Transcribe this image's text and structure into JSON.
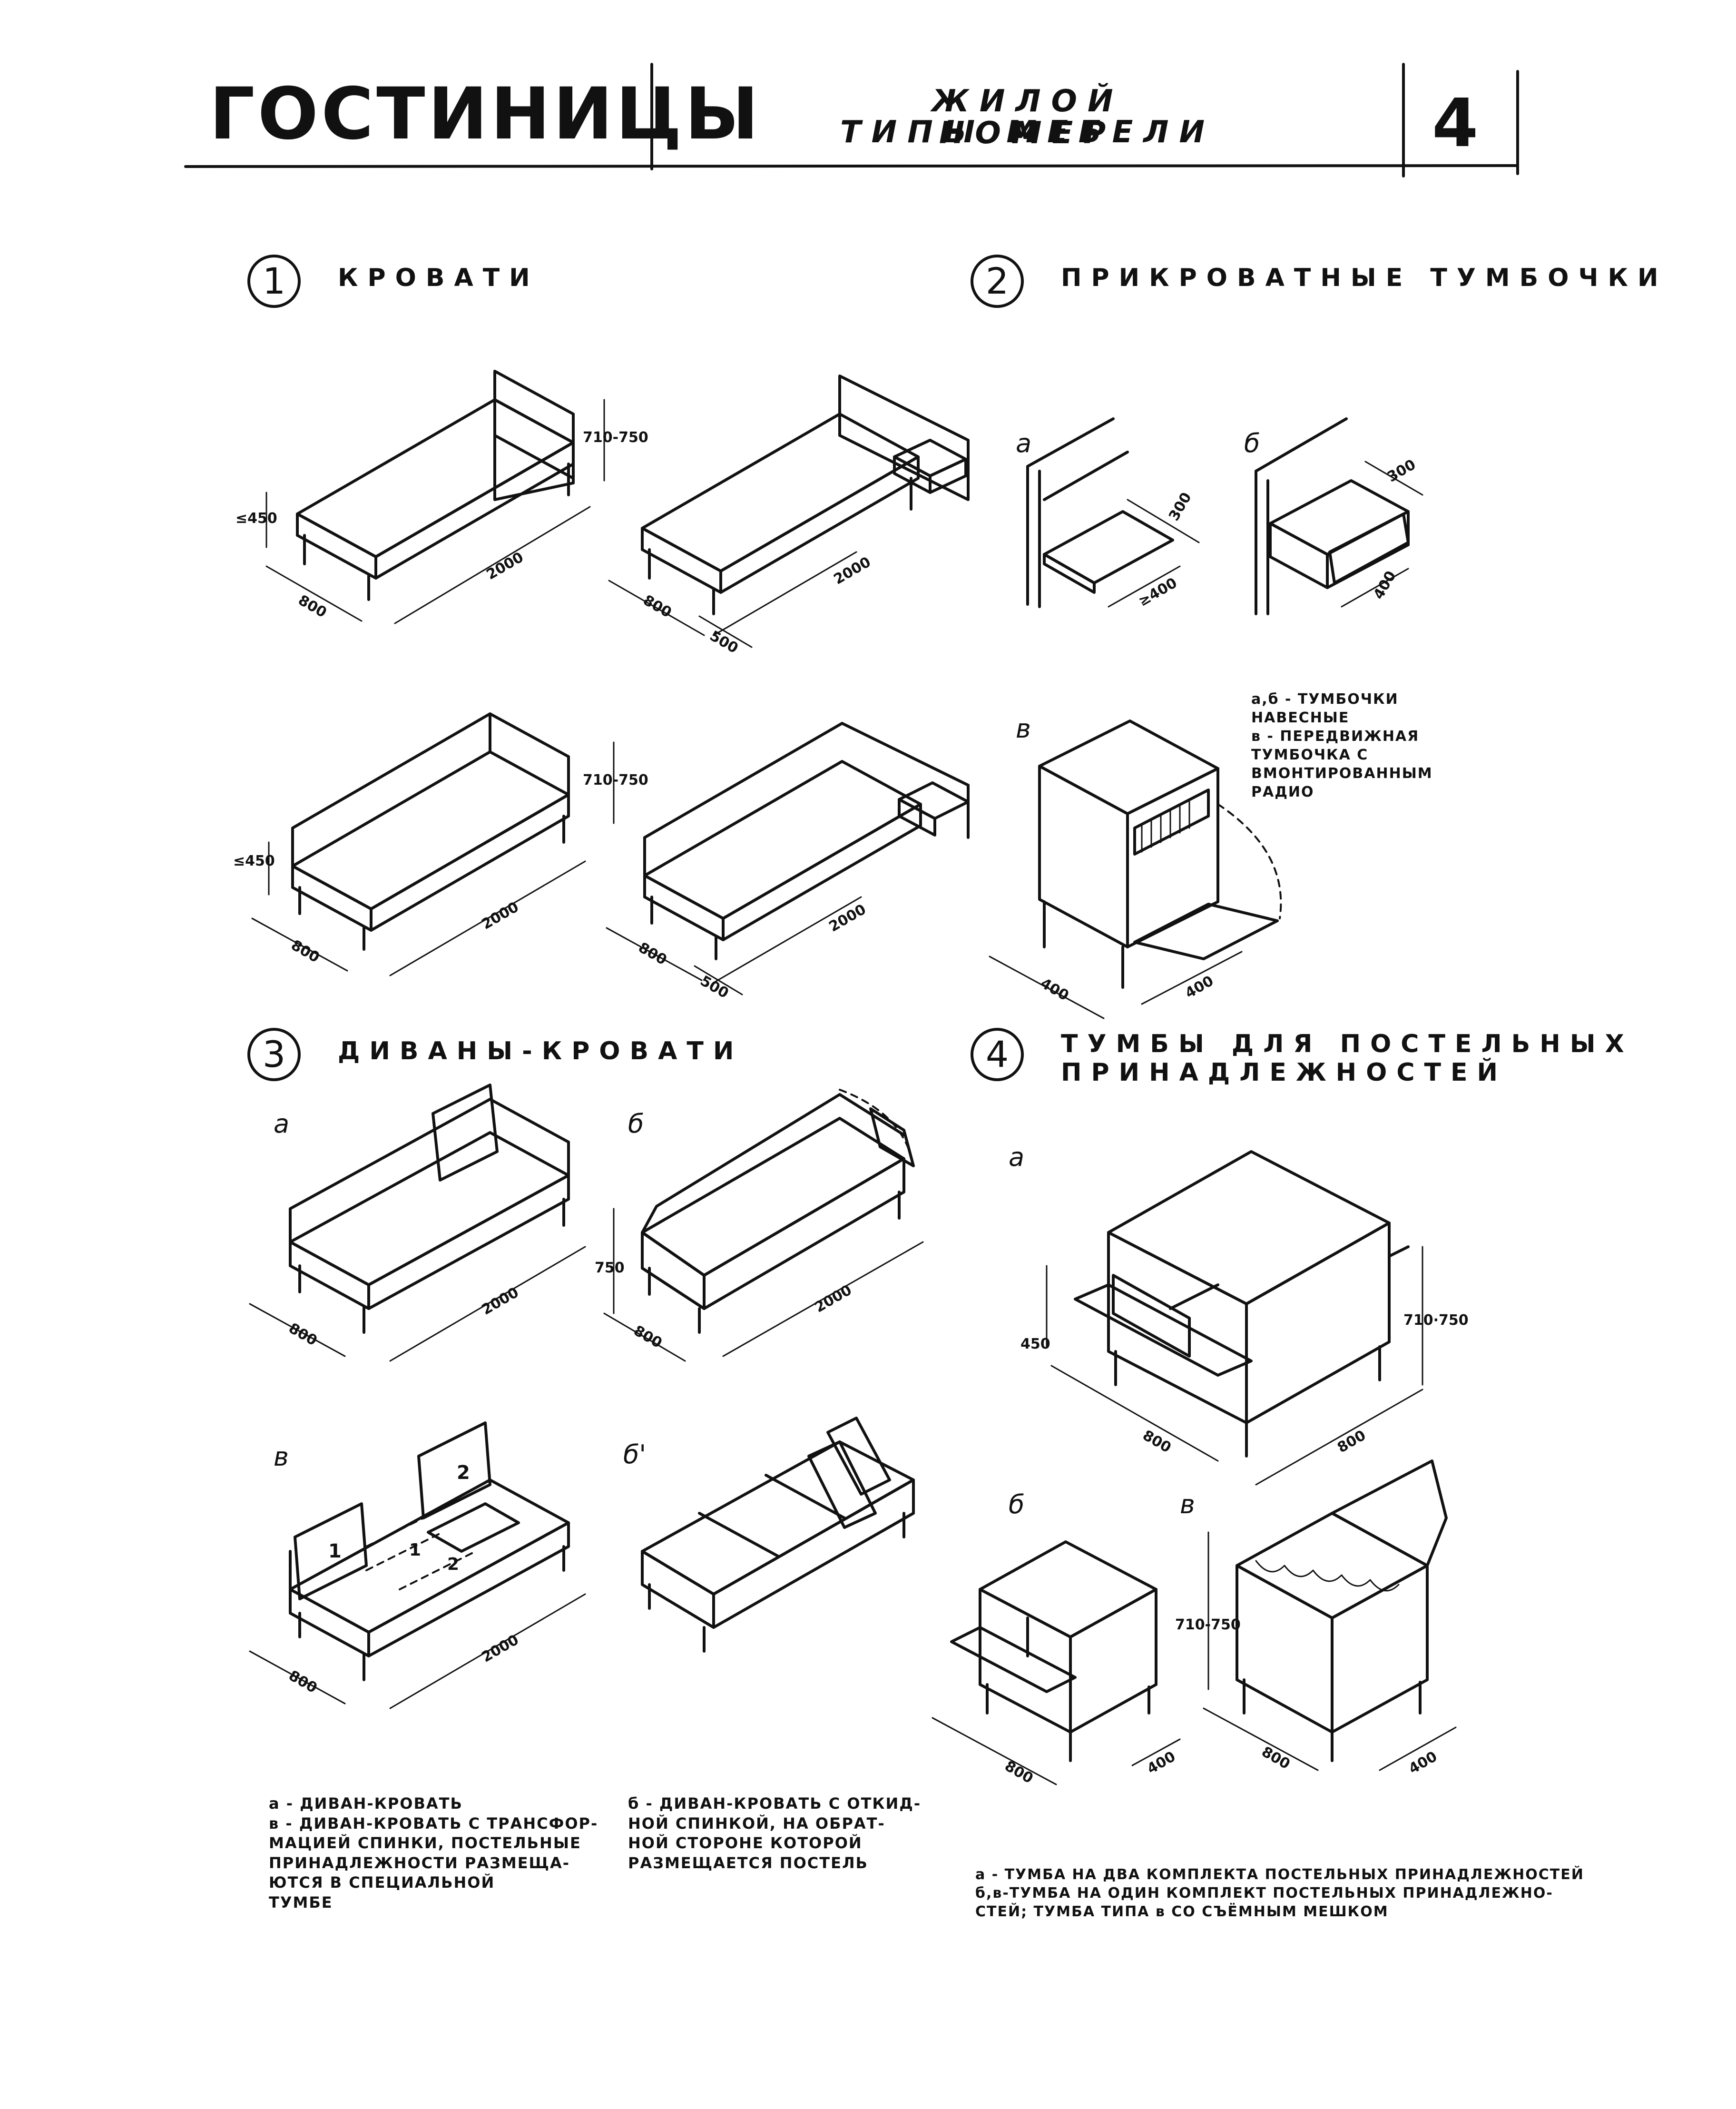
{
  "header": {
    "title": "ГОСТИНИЦЫ",
    "subtitle_line1": "ЖИЛОЙ НОМЕР",
    "subtitle_line2": "ТИПЫ МЕБЕЛИ",
    "page_number": "4"
  },
  "sections": [
    {
      "number": "1",
      "title": "КРОВАТИ"
    },
    {
      "number": "2",
      "title": "ПРИКРОВАТНЫЕ ТУМБОЧКИ"
    },
    {
      "number": "3",
      "title": "ДИВАНЫ-КРОВАТИ"
    },
    {
      "number": "4",
      "title": "ТУМБЫ ДЛЯ ПОСТЕЛЬНЫХ\nПРИНАДЛЕЖНОСТЕЙ"
    }
  ],
  "letters": {
    "a": "а",
    "b": "б",
    "v": "в",
    "b_prime": "б'"
  },
  "dimensions": {
    "d800": "800",
    "d2000": "2000",
    "d500": "500",
    "d300": "300",
    "d400": "400",
    "d450_le": "≤450",
    "d710_750": "710-750",
    "d750": "750",
    "d450": "450",
    "d710_750_dot": "710·750",
    "d400_ge": "≥400",
    "n1": "1",
    "n2": "2"
  },
  "captions": {
    "nightstands": "а,б - ТУМБОЧКИ\n    НАВЕСНЫЕ\n  в - ПЕРЕДВИЖНАЯ\n    ТУМБОЧКА С\n    ВМОНТИРОВАННЫМ\n    РАДИО",
    "sofa_left": "а - ДИВАН-КРОВАТЬ\nв - ДИВАН-КРОВАТЬ С ТРАНСФОР-\n    МАЦИЕЙ СПИНКИ, ПОСТЕЛЬНЫЕ\n    ПРИНАДЛЕЖНОСТИ РАЗМЕЩА-\n    ЮТСЯ В СПЕЦИАЛЬНОЙ\n    ТУМБЕ",
    "sofa_right": "б - ДИВАН-КРОВАТЬ С ОТКИД-\n    НОЙ СПИНКОЙ, НА ОБРАТ-\n    НОЙ СТОРОНЕ КОТОРОЙ\n    РАЗМЕЩАЕТСЯ ПОСТЕЛЬ",
    "cabinets": "а - ТУМБА НА ДВА КОМПЛЕКТА ПОСТЕЛЬНЫХ ПРИНАДЛЕЖНОСТЕЙ\nб,в-ТУМБА НА ОДИН КОМПЛЕКТ ПОСТЕЛЬНЫХ ПРИНАДЛЕЖНО-\n    СТЕЙ; ТУМБА ТИПА в СО СЪЁМНЫМ МЕШКОМ"
  }
}
